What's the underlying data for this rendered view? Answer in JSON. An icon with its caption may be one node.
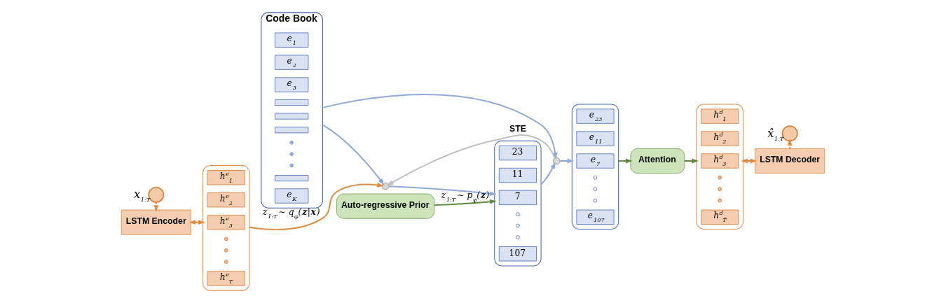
{
  "diagram": {
    "nodes": [
      {
        "text": [
          "Code Book"
        ]
      },
      {
        "text": [
          "e$_{1}$"
        ],
        "in": 0
      },
      {
        "text": [
          "e$_{2}$"
        ],
        "in": 0
      },
      {
        "text": [
          "e$_{3}$"
        ],
        "in": 0
      },
      {
        "text": [],
        "shape": "bar",
        "in": 0
      },
      {
        "text": [],
        "shape": "bar",
        "in": 0
      },
      {
        "text": [],
        "shape": "bar",
        "in": 0
      },
      {
        "text": [],
        "shape": "bar",
        "in": 0
      },
      {
        "text": [
          "e$_{K}$"
        ],
        "in": 0
      },
      {
        "text": [],
        "shape": "circle",
        "beside": [
          "x$_{1:T}$"
        ]
      },
      {
        "text": [
          "LSTM Encoder"
        ]
      },
      {
        "text": [],
        "shape": "box"
      },
      {
        "text": [
          "h$^{e}$$_{1}$"
        ],
        "in": 11
      },
      {
        "text": [
          "h$^{e}$$_{2}$"
        ],
        "in": 11
      },
      {
        "text": [
          "h$^{e}$$_{3}$"
        ],
        "in": 11
      },
      {
        "text": [
          "h$^{e}$$_{T}$"
        ],
        "in": 11
      },
      {
        "text": [],
        "shape": "circle"
      },
      {
        "text": [],
        "shape": "circle"
      },
      {
        "text": [],
        "shape": "box"
      },
      {
        "text": [
          "23"
        ],
        "in": 18
      },
      {
        "text": [
          "11"
        ],
        "in": 18
      },
      {
        "text": [
          "7"
        ],
        "in": 18
      },
      {
        "text": [
          "107"
        ],
        "in": 18
      },
      {
        "text": [
          "Auto-regressive Prior"
        ]
      },
      {
        "text": [],
        "shape": "box"
      },
      {
        "text": [
          "e$_{23}$"
        ],
        "in": 24
      },
      {
        "text": [
          "e$_{11}$"
        ],
        "in": 24
      },
      {
        "text": [
          "e$_{7}$"
        ],
        "in": 24
      },
      {
        "text": [
          "e$_{107}$"
        ],
        "in": 24
      },
      {
        "text": [
          "Attention"
        ]
      },
      {
        "text": [],
        "shape": "box"
      },
      {
        "text": [
          "h$^{d}$$_{1}$"
        ],
        "in": 30
      },
      {
        "text": [
          "h$^{d}$$_{2}$"
        ],
        "in": 30
      },
      {
        "text": [
          "h$^{d}$$_{3}$"
        ],
        "in": 30
      },
      {
        "text": [
          "h$^{d}$$_{T̂}$"
        ],
        "in": 30
      },
      {
        "text": [
          "LSTM Decoder"
        ]
      },
      {
        "text": [],
        "shape": "circle",
        "beside": [
          "x̂$_{1:T̂}$"
        ]
      }
    ],
    "edges": [
      {
        "from": 9,
        "to": 10,
        "arrow": "to",
        "color": "#e48a3c"
      },
      {
        "from": 10,
        "to": 11,
        "arrow": "both",
        "color": "#e48a3c"
      },
      {
        "from": 11,
        "to": 16,
        "arrow": "to",
        "color": "#e48a3c",
        "label": "z$_{1:T}$ ∼ q$_{φ}$(**z**|**x**)"
      },
      {
        "from": 0,
        "to": 16,
        "arrow": "to",
        "color": "#8fa8dd"
      },
      {
        "from": 0,
        "to": 17,
        "arrow": "to",
        "color": "#8fa8dd"
      },
      {
        "from": 17,
        "to": 16,
        "arrow": "to",
        "color": "#bfbfbf",
        "label": "STE"
      },
      {
        "from": 16,
        "to": 18,
        "arrow": "to",
        "color": "#8fa8dd"
      },
      {
        "from": 23,
        "to": 18,
        "arrow": "to",
        "color": "#5e8b3a",
        "label": "z$_{1:T}$ ∼ p$_{ψ}$(**z**)"
      },
      {
        "from": 18,
        "to": 17,
        "arrow": "to",
        "color": "#8fa8dd"
      },
      {
        "from": 17,
        "to": 24,
        "arrow": "to",
        "color": "#8fa8dd"
      },
      {
        "from": 24,
        "to": 29,
        "arrow": "to",
        "color": "#5e8b3a"
      },
      {
        "from": 29,
        "to": 30,
        "arrow": "to",
        "color": "#5e8b3a"
      },
      {
        "from": 30,
        "to": 35,
        "arrow": "both",
        "color": "#e48a3c"
      },
      {
        "from": 35,
        "to": 36,
        "arrow": "to",
        "color": "#e48a3c"
      }
    ]
  }
}
